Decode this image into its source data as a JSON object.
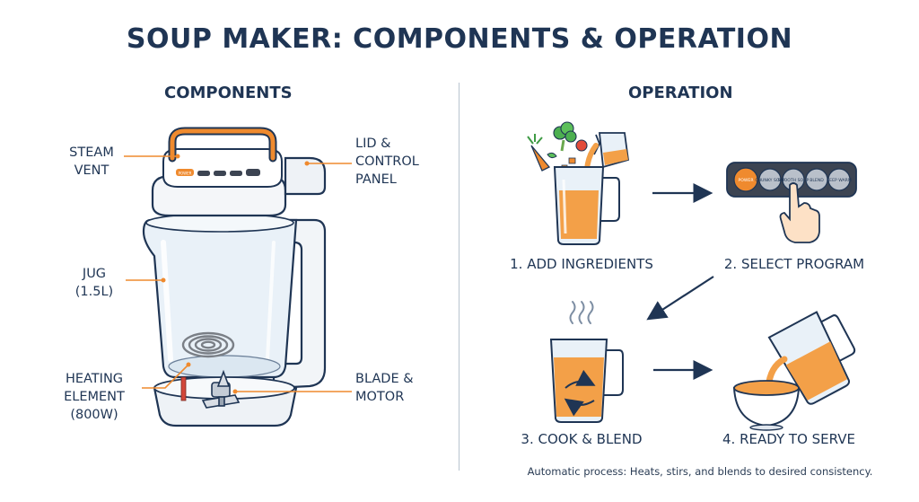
{
  "title": "SOUP MAKER: COMPONENTS & OPERATION",
  "components": {
    "heading": "COMPONENTS",
    "labels": {
      "steam_vent": [
        "STEAM",
        "VENT"
      ],
      "lid_panel": [
        "LID &",
        "CONTROL",
        "PANEL"
      ],
      "jug": [
        "JUG",
        "(1.5L)"
      ],
      "heating": [
        "HEATING",
        "ELEMENT",
        "(800W)"
      ],
      "blade": [
        "BLADE &",
        "MOTOR"
      ]
    },
    "device_buttons": [
      "POWER",
      "",
      "",
      "",
      ""
    ]
  },
  "operation": {
    "heading": "OPERATION",
    "steps": [
      {
        "label": "1. ADD INGREDIENTS"
      },
      {
        "label": "2. SELECT PROGRAM"
      },
      {
        "label": "3. COOK & BLEND"
      },
      {
        "label": "4. READY TO SERVE"
      }
    ],
    "panel_buttons": [
      "POWER",
      "CHUNKY SOUP",
      "SMOOTH SOUP",
      "BLEND",
      "KEEP WARM"
    ],
    "caption": "Automatic process: Heats, stirs, and blends to desired consistency."
  },
  "colors": {
    "navy": "#1f3554",
    "orange": "#ef8a2e",
    "soup": "#f3a048",
    "glass": "#e9f1f8",
    "panel": "#3c4452"
  }
}
